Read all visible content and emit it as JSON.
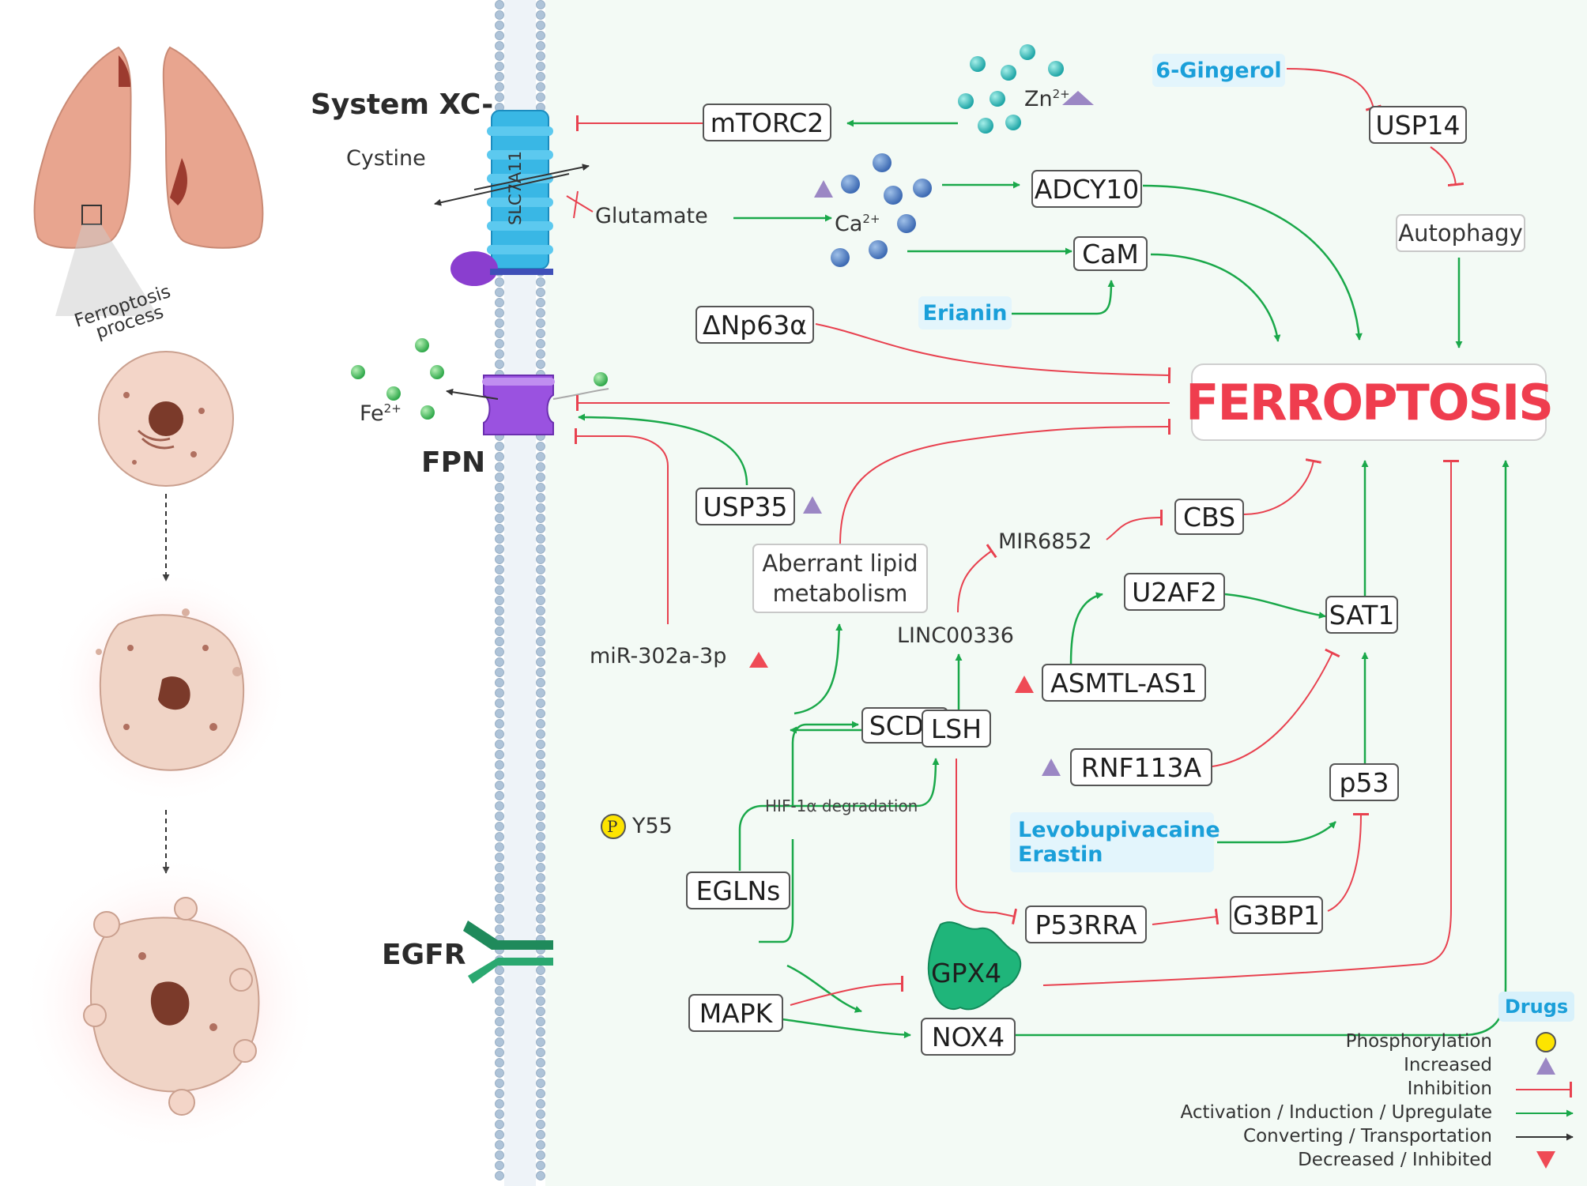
{
  "labels": {
    "system_xc": "System XC-",
    "cystine": "Cystine",
    "slc7a11": "SLC7A11",
    "glutamate": "Glutamate",
    "ca": "Ca",
    "ca_sup": "2+",
    "zn": "Zn",
    "zn_sup": "2+",
    "fe": "Fe",
    "fe_sup": "2+",
    "fpn": "FPN",
    "egfr": "EGFR",
    "y55": "Y55",
    "p": "P",
    "mir302": "miR-302a-3p",
    "linc": "LINC00336",
    "mir6852": "MIR6852",
    "hif": "HIF-1α degradation",
    "ferroptosis_process": [
      "Ferroptosis",
      "process"
    ]
  },
  "nodes": {
    "mtorc2": "mTORC2",
    "usp14": "USP14",
    "autophagy": "Autophagy",
    "adcy10": "ADCY10",
    "cam": "CaM",
    "dnp63a": "ΔNp63α",
    "ferroptosis": "FERROPTOSIS",
    "usp35": "USP35",
    "cbs": "CBS",
    "aberrant": "Aberrant lipid metabolism",
    "u2af2": "U2AF2",
    "sat1": "SAT1",
    "asmtl": "ASMTL-AS1",
    "scd1": "SCD1",
    "lsh": "LSH",
    "rnf113a": "RNF113A",
    "p53": "p53",
    "eglns": "EGLNs",
    "p53rra": "P53RRA",
    "g3bp1": "G3BP1",
    "mapk": "MAPK",
    "gpx4": "GPX4",
    "nox4": "NOX4"
  },
  "drugs": {
    "gingerol": "6-Gingerol",
    "erianin": "Erianin",
    "levobupivacaine": "Levobupivacaine",
    "erastin": "Erastin"
  },
  "legend": {
    "title": "Drugs",
    "phosphorylation": "Phosphorylation",
    "increased": "Increased",
    "inhibition": "Inhibition",
    "activation": "Activation / Induction / Upregulate",
    "converting": "Converting / Transportation",
    "decreased": "Decreased / Inhibited"
  },
  "colors": {
    "activation": "#1aa84a",
    "inhibition": "#e8414f",
    "transport": "#333333",
    "increased": "#9b87c4",
    "decreased": "#ef4a55",
    "drug_text": "#1a9fd9",
    "ferroptosis_text": "#ef3d4e",
    "membrane": "#aec3d8",
    "slc7a11": "#39b7e5",
    "fpn": "#9a52e0",
    "egfr": "#1f8a5b",
    "gpx4": "#1fb57a"
  }
}
